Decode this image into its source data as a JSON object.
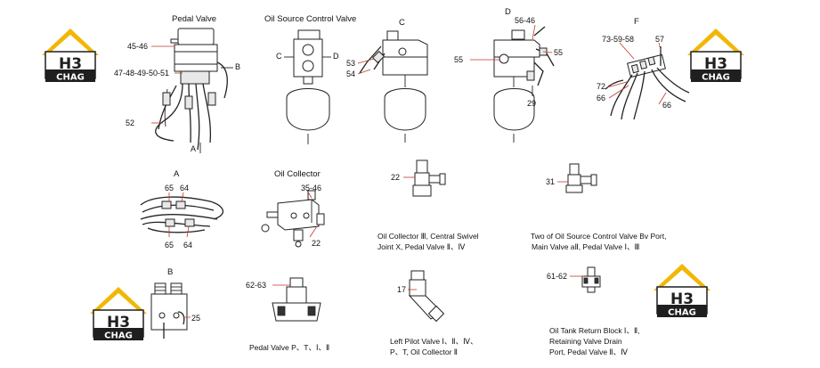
{
  "titles": {
    "pedal_valve": "Pedal Valve",
    "oil_source_control_valve": "Oil Source Control Valve",
    "view_c": "C",
    "view_d": "D",
    "view_f": "F",
    "view_a": "A",
    "oil_collector": "Oil Collector",
    "view_b": "B"
  },
  "labels": {
    "l45_46": "45-46",
    "l47_51": "47-48-49-50-51",
    "l52": "52",
    "lB": "B",
    "lA": "A",
    "lC_side": "C",
    "lD_side": "D",
    "l53": "53",
    "l54": "54",
    "l56_46": "56-46",
    "l55_left": "55",
    "l55_right": "55",
    "l29": "29",
    "l73_58": "73-59-58",
    "l57": "57",
    "l72": "72",
    "l66_left": "66",
    "l66_right": "66",
    "l65_top": "65",
    "l64_top": "64",
    "l65_bot": "65",
    "l64_bot": "64",
    "l35_46": "35-46",
    "l22_collector": "22",
    "l22_fitting": "22",
    "l31": "31",
    "l25": "25",
    "l62_63": "62-63",
    "l17": "17",
    "l61_62": "61-62"
  },
  "captions": {
    "collector_line1": "Oil Collector Ⅲ, Central Swivel",
    "collector_line2": "Joint X, Pedal Valve Ⅱ、Ⅳ",
    "source_line1": "Two of Oil Source Control Valve Bv Port,",
    "source_line2": "Main Valve aⅡ, Pedal Valve Ⅰ、Ⅲ",
    "pedal_ptl": "Pedal Valve P、T、Ⅰ、Ⅱ",
    "pilot_line1": "Left Pilot Valve Ⅰ、Ⅱ、Ⅳ、",
    "pilot_line2": "P、T, Oil Collector Ⅱ",
    "tank_line1": "Oil Tank Return Block Ⅰ、Ⅱ,",
    "tank_line2": "Retaining Valve Drain",
    "tank_line3": "Port, Pedal Valve Ⅱ、Ⅳ"
  },
  "logo": {
    "mark": "H3",
    "subtext": "CHAG",
    "colors": {
      "accent": "#f2b705",
      "dark": "#1f1f1f"
    }
  }
}
